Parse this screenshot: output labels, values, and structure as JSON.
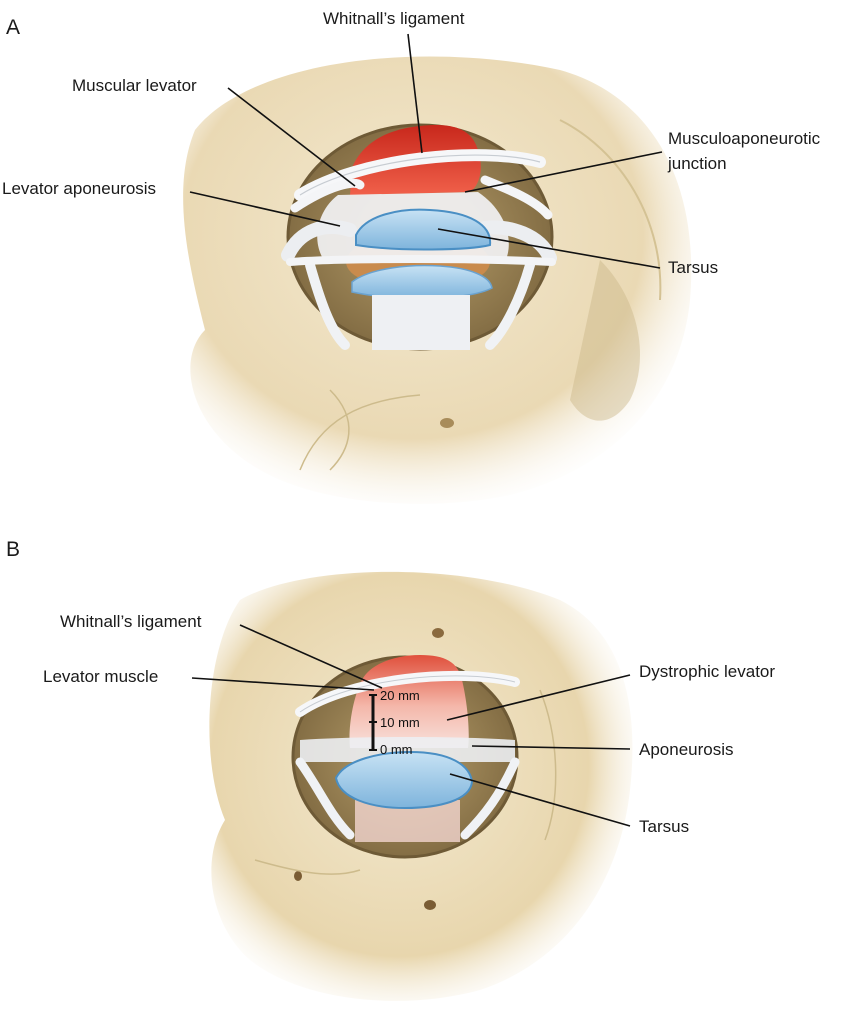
{
  "panels": [
    {
      "letter": "A"
    },
    {
      "letter": "B"
    }
  ],
  "labels_a": {
    "whitnalls_ligament": "Whitnall’s ligament",
    "muscular_levator": "Muscular levator",
    "musculoaponeurotic_line1": "Musculoaponeurotic",
    "musculoaponeurotic_line2": "junction",
    "levator_aponeurosis": "Levator aponeurosis",
    "tarsus": "Tarsus"
  },
  "labels_b": {
    "whitnalls_ligament": "Whitnall’s ligament",
    "levator_muscle": "Levator muscle",
    "dystrophic_levator": "Dystrophic levator",
    "aponeurosis": "Aponeurosis",
    "tarsus": "Tarsus"
  },
  "scale_b": [
    "20 mm",
    "10 mm",
    "0 mm"
  ],
  "colors": {
    "bone": "#efe4c8",
    "bone_shadow": "#d9c9a0",
    "orbit_rim": "#9c8458",
    "muscle": "#d93a2b",
    "ligament": "#f4f6f8",
    "tarsus": "#9cc8e6",
    "tarsus_edge": "#4a8fc4",
    "globe": "#c88a4c",
    "dystrophic": "#f2c4bc"
  },
  "icons": [
    "eye-anatomy-illustration"
  ]
}
